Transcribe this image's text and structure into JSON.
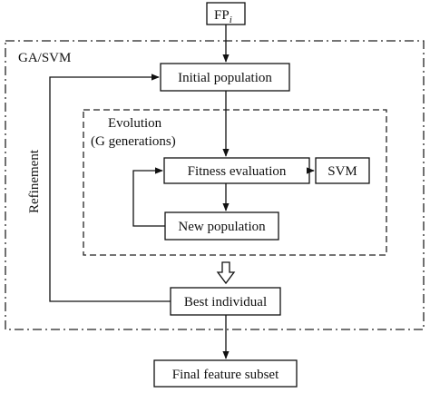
{
  "diagram": {
    "input_node": {
      "label": "FP",
      "subscript": "i"
    },
    "outer_region": {
      "label": "GA/SVM"
    },
    "inner_region": {
      "label_line1": "Evolution",
      "label_line2": "(G generations)"
    },
    "nodes": {
      "initial_population": "Initial population",
      "fitness_evaluation": "Fitness evaluation",
      "svm": "SVM",
      "new_population": "New population",
      "best_individual": "Best individual",
      "final_feature_subset": "Final feature subset"
    },
    "loop_label": "Refinement"
  }
}
